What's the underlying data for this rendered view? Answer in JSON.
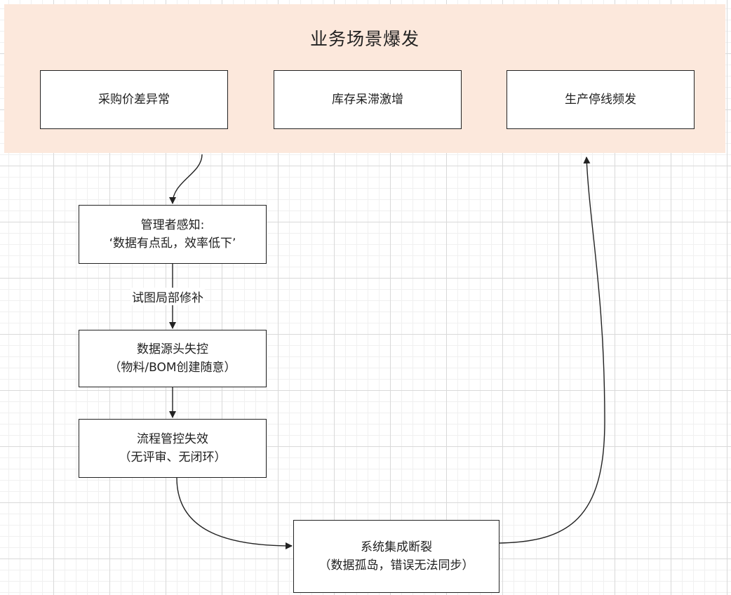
{
  "group": {
    "title": "业务场景爆发"
  },
  "nodes": {
    "procurement": {
      "label": "采购价差异常"
    },
    "inventory": {
      "label": "库存呆滞激增"
    },
    "production": {
      "label": "生产停线频发"
    },
    "manager": {
      "line1": "管理者感知:",
      "line2": "‘数据有点乱，效率低下’"
    },
    "source": {
      "line1": "数据源头失控",
      "line2": "（物料/BOM创建随意）"
    },
    "process": {
      "line1": "流程管控失效",
      "line2": "（无评审、无闭环）"
    },
    "integration": {
      "line1": "系统集成断裂",
      "line2": "（数据孤岛，错误无法同步）"
    }
  },
  "edges": {
    "patch_label": "试图局部修补"
  },
  "colors": {
    "group_fill": "#fce8dc",
    "stroke": "#222222"
  }
}
